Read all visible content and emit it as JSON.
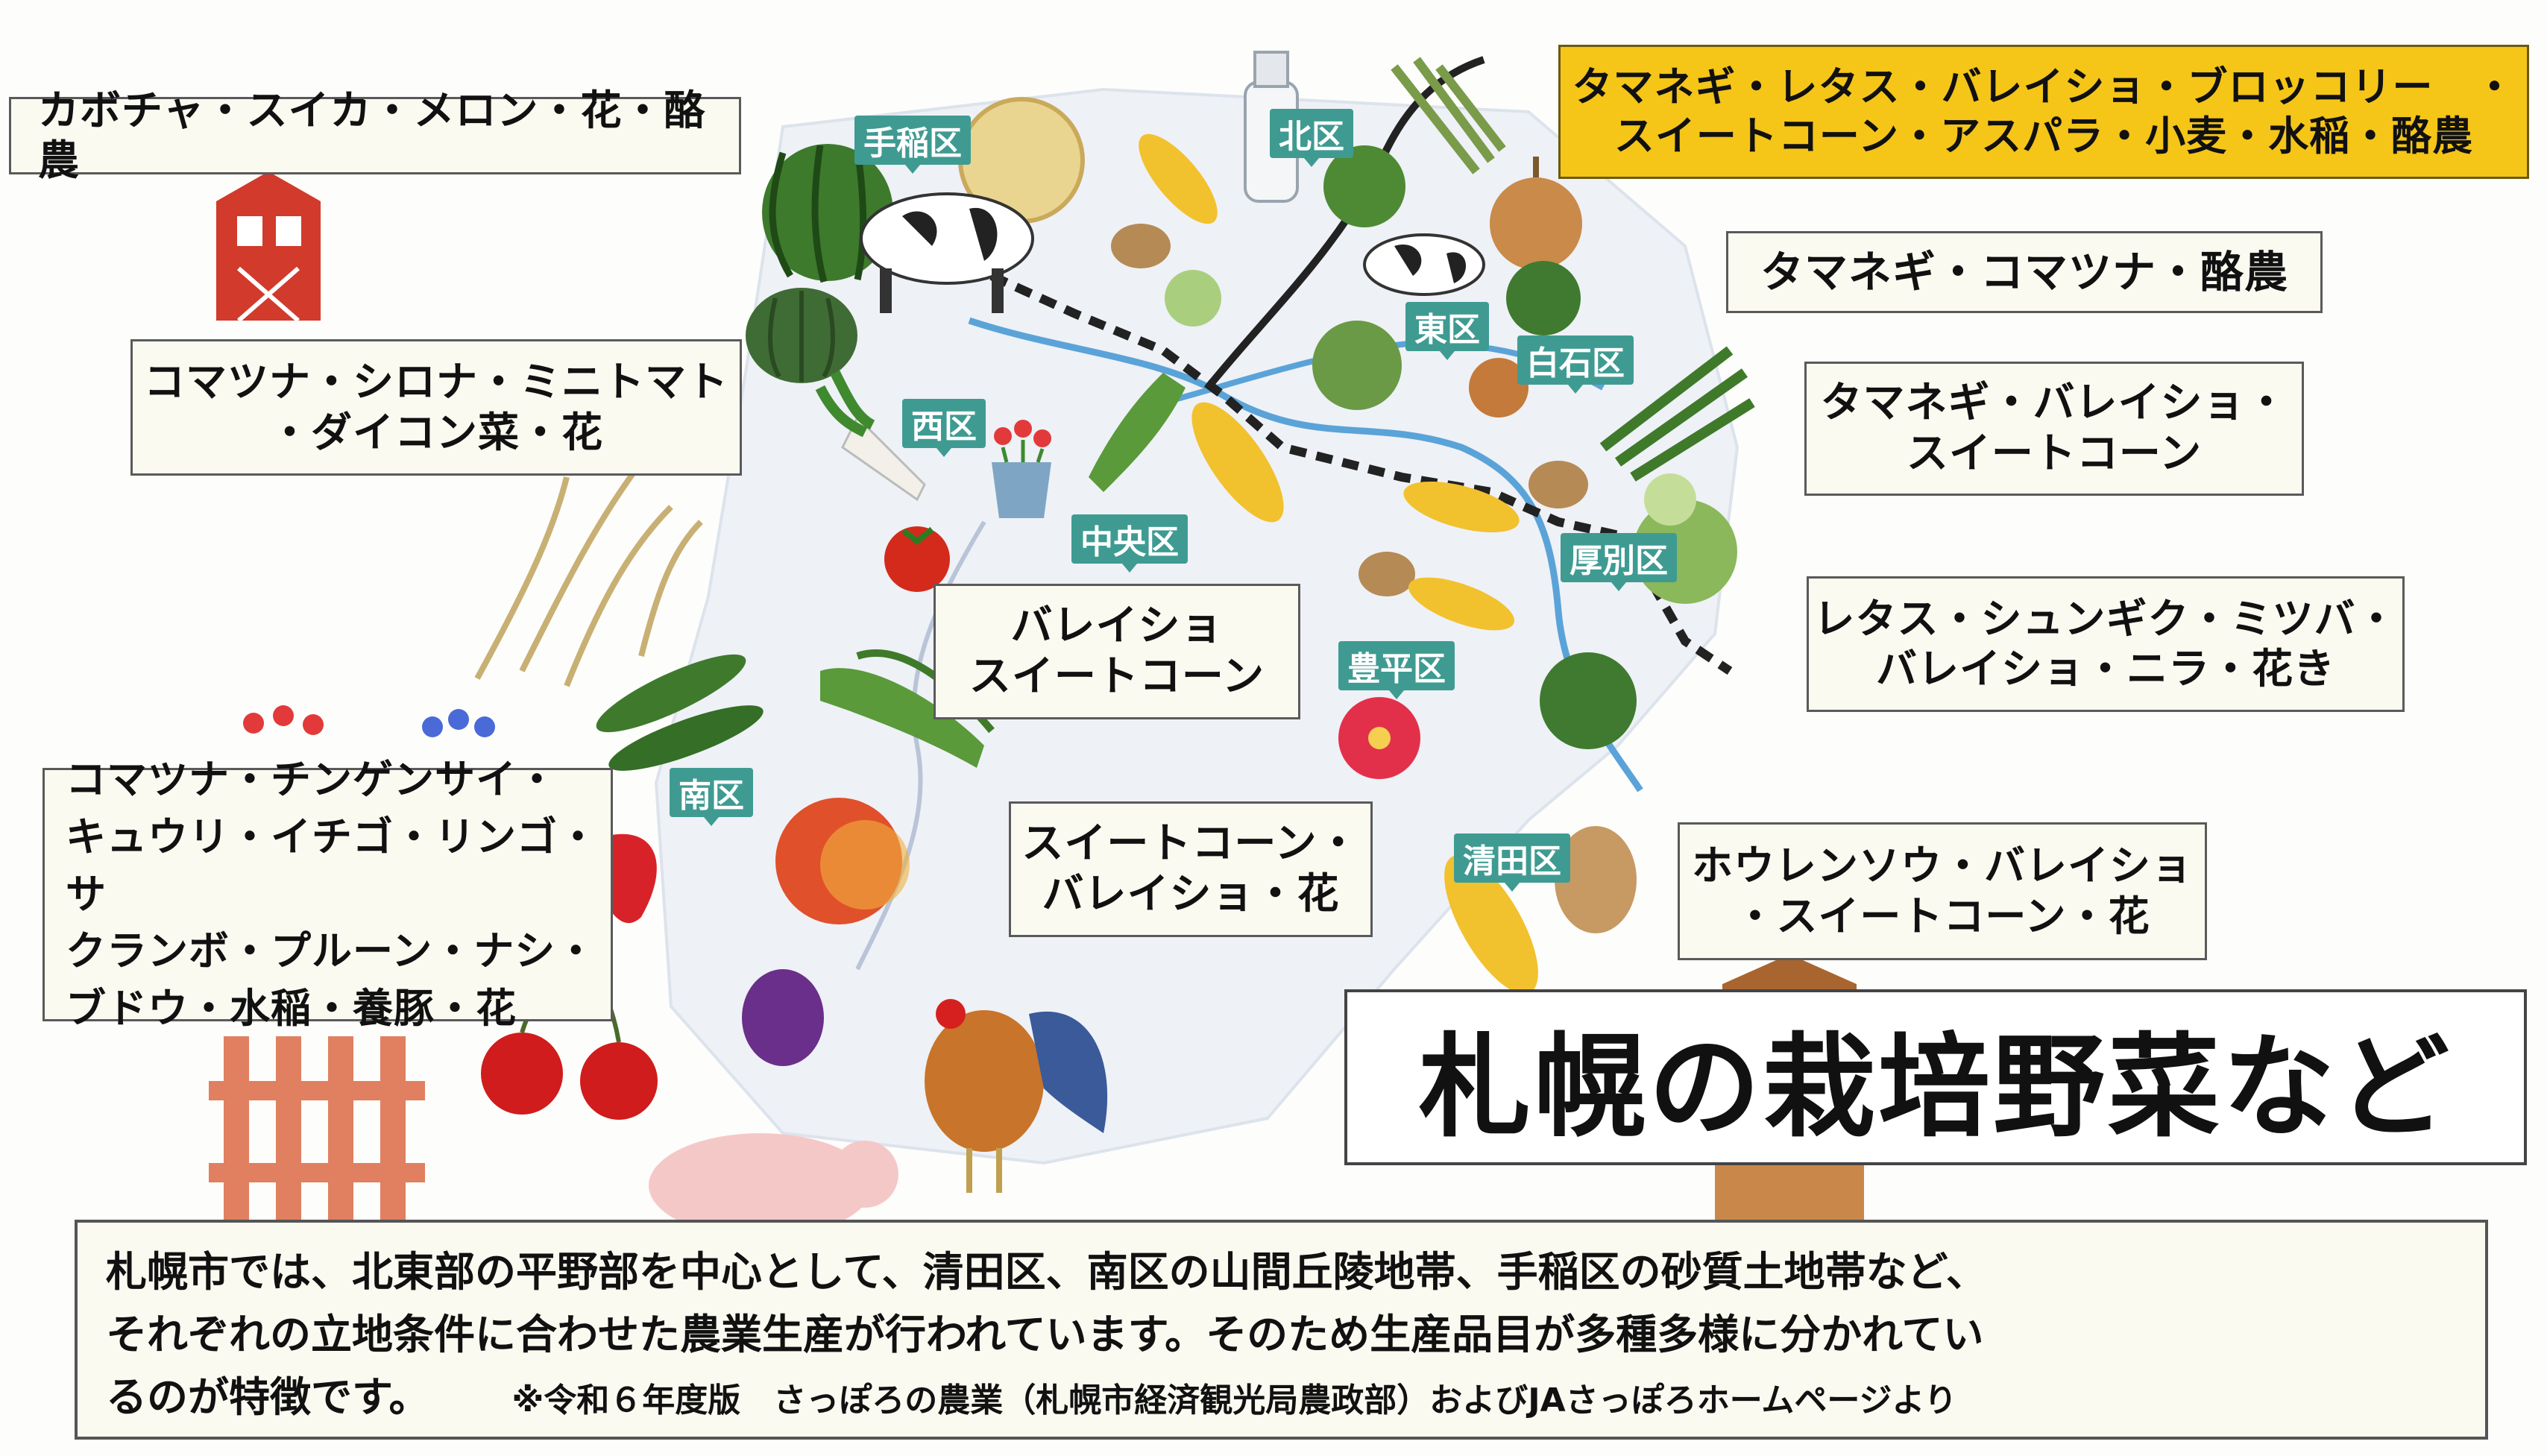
{
  "title": "札幌の栽培野菜など",
  "districts": {
    "teine": "手稲区",
    "kita": "北区",
    "higashi": "東区",
    "shiroishi": "白石区",
    "nishi": "西区",
    "chuo": "中央区",
    "atsubetsu": "厚別区",
    "toyohira": "豊平区",
    "minami": "南区",
    "kiyota": "清田区"
  },
  "crops": {
    "teine": [
      "カボチャ・スイカ・メロン・花・酪農"
    ],
    "nishi": [
      "コマツナ・シロナ・ミニトマト",
      "・ダイコン菜・花"
    ],
    "minami": [
      "コマツナ・チンゲンサイ・",
      "キュウリ・イチゴ・リンゴ・サ",
      "クランボ・プルーン・ナシ・",
      "ブドウ・水稲・養豚・花"
    ],
    "chuo": [
      "バレイショ",
      "スイートコーン"
    ],
    "toyohira": [
      "スイートコーン・",
      "バレイショ・花"
    ],
    "kita": [
      "タマネギ・レタス・バレイショ・ブロッコリー　・",
      "スイートコーン・アスパラ・小麦・水稲・酪農"
    ],
    "higashi": [
      "タマネギ・コマツナ・酪農"
    ],
    "shiroishi": [
      "タマネギ・バレイショ・",
      "スイートコーン"
    ],
    "atsubetsu": [
      "レタス・シュンギク・ミツバ・",
      "バレイショ・ニラ・花き"
    ],
    "kiyota": [
      "ホウレンソウ・バレイショ",
      "・スイートコーン・花"
    ]
  },
  "description": {
    "line1": "札幌市では、北東部の平野部を中心として、清田区、南区の山間丘陵地帯、手稲区の砂質土地帯など、",
    "line2": "それぞれの立地条件に合わせた農業生産が行われています。そのため生産品目が多種多様に分かれてい",
    "line3": "るのが特徴です。",
    "source": "※令和６年度版　さっぽろの農業（札幌市経済観光局農政部）およびJAさっぽろホームページより"
  },
  "colors": {
    "district_marker": "#3f9b92",
    "highlight_box": "#f5c518",
    "box_background": "#fbfaf1"
  }
}
